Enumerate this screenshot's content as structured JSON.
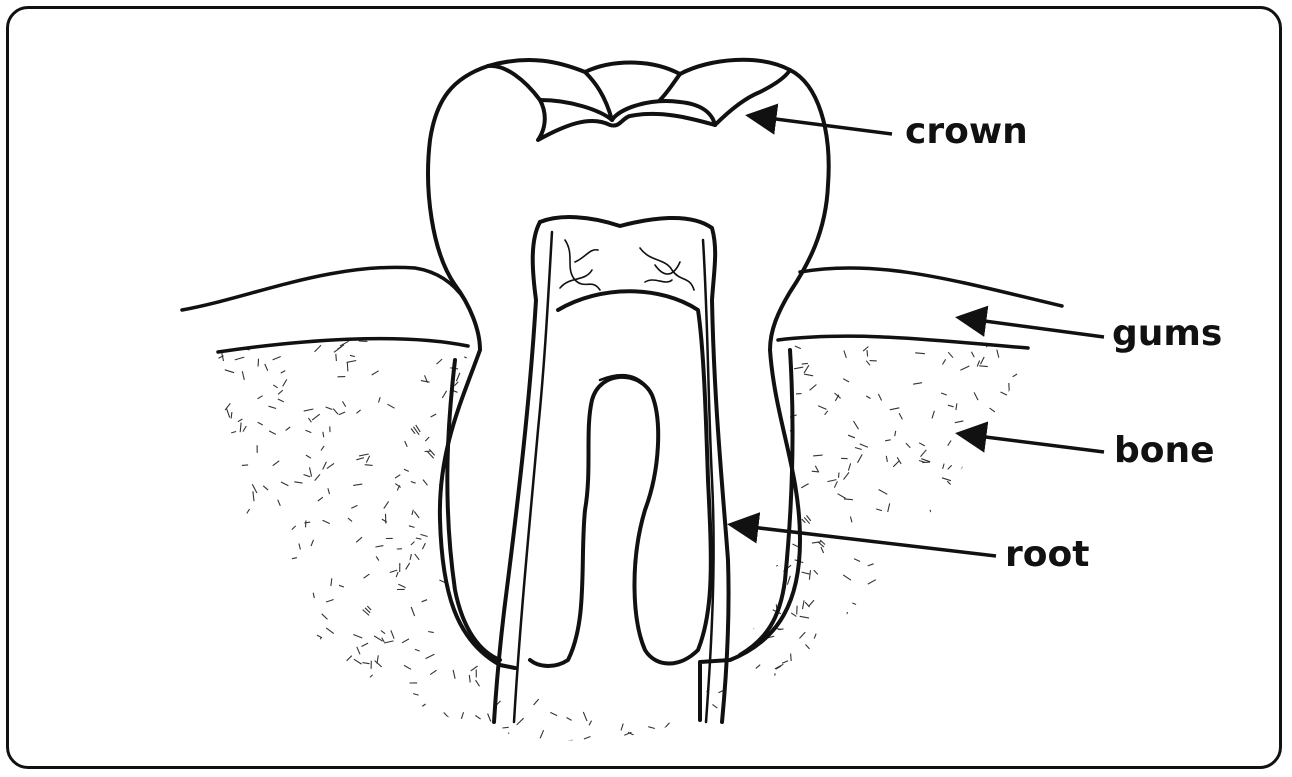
{
  "diagram": {
    "labels": {
      "crown": "crown",
      "gums": "gums",
      "bone": "bone",
      "root": "root"
    },
    "colors": {
      "ink": "#111111",
      "background": "#ffffff"
    }
  }
}
